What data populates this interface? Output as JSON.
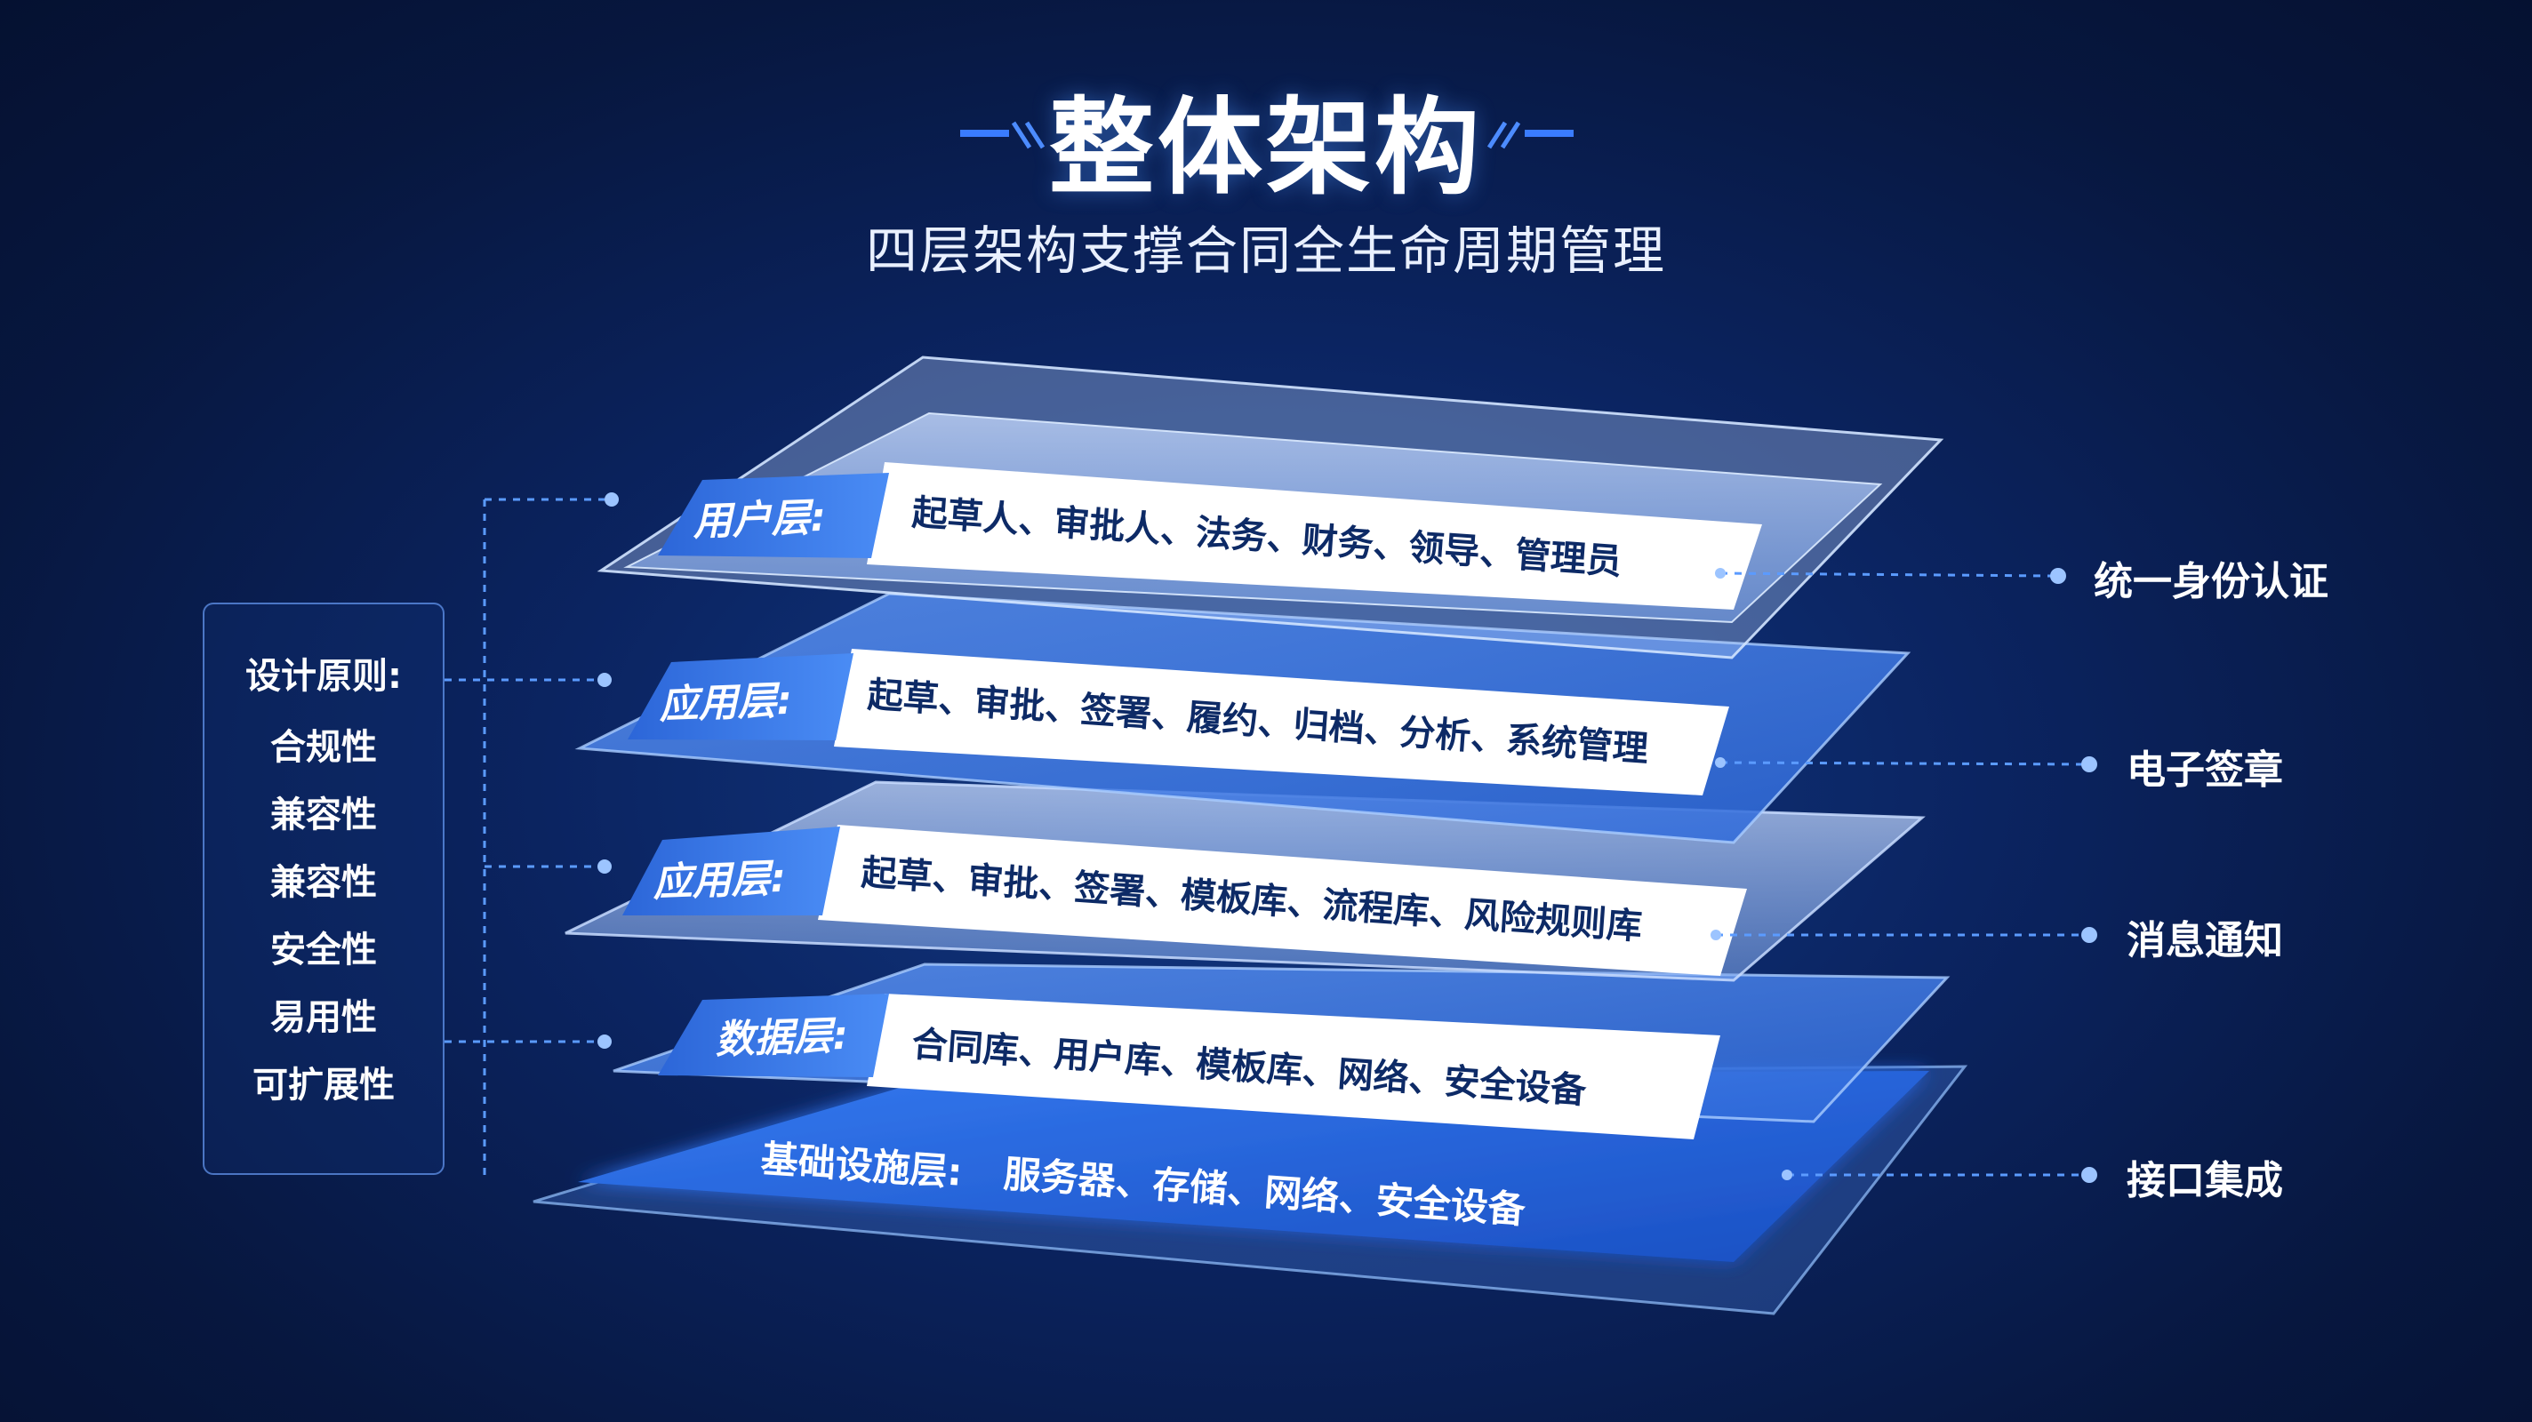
{
  "header": {
    "title": "整体架构",
    "subtitle": "四层架构支撑合同全生命周期管理"
  },
  "principles": {
    "title": "设计原则:",
    "items": [
      "合规性",
      "兼容性",
      "兼容性",
      "安全性",
      "易用性",
      "可扩展性"
    ]
  },
  "layers": [
    {
      "label": "用户层:",
      "content": "起草人、审批人、法务、财务、领导、管理员"
    },
    {
      "label": "应用层:",
      "content": "起草、审批、签署、履约、归档、分析、系统管理"
    },
    {
      "label": "应用层:",
      "content": "起草、审批、签署、模板库、流程库、风险规则库"
    },
    {
      "label": "数据层:",
      "content": "合同库、用户库、模板库、网络、安全设备"
    },
    {
      "label": "基础设施层:",
      "content": "服务器、存储、网络、安全设备"
    }
  ],
  "features": [
    "统一身份认证",
    "电子签章",
    "消息通知",
    "接口集成"
  ],
  "colors": {
    "background_dark": "#07173f",
    "accent_blue": "#2c6bdc",
    "label_blue": "#3b7be8",
    "line_blue": "#5b9bff",
    "text_navy": "#0d2a66"
  }
}
